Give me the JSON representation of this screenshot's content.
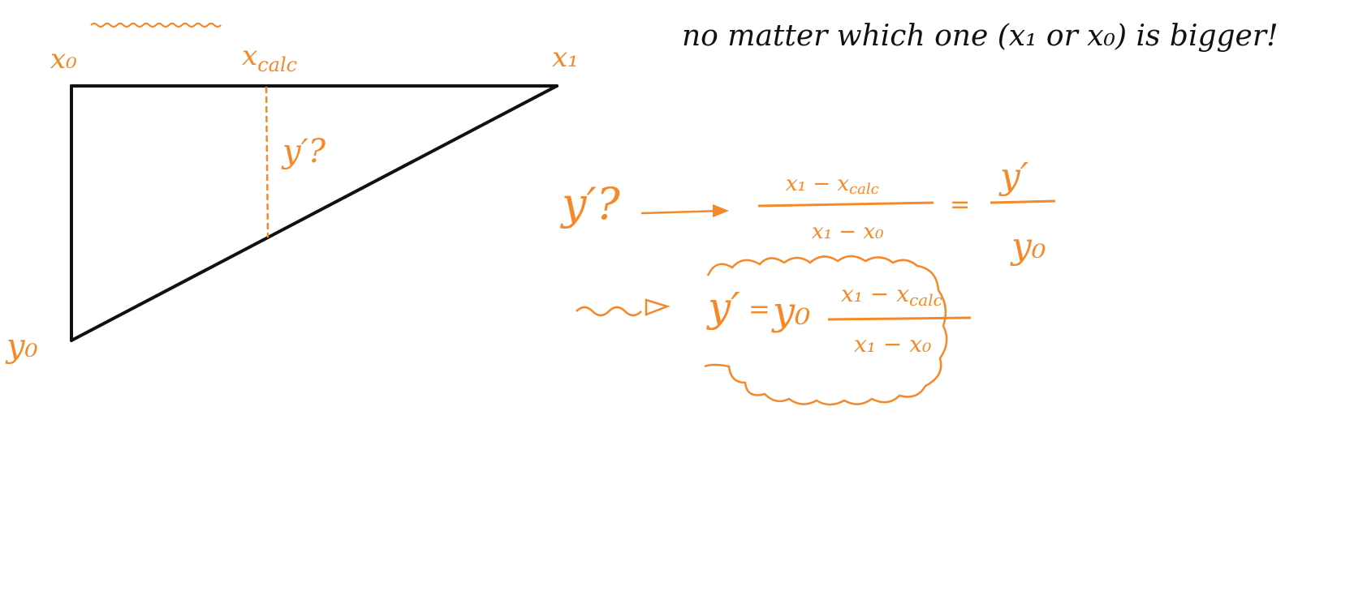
{
  "colors": {
    "ink": "#111111",
    "accent": "#f5892a",
    "background": "#ffffff"
  },
  "note": "no matter which one (x₁ or x₀) is bigger!",
  "triangle_labels": {
    "x0": "x₀",
    "xcalc": "x",
    "xcalc_sub": "calc",
    "x1": "x₁",
    "y0": "y₀",
    "yprime_q": "y′?"
  },
  "equation1": {
    "lhs": "y′?",
    "numerator": "x₁ − x",
    "numerator_sub": "calc",
    "denominator": "x₁ − x₀",
    "equals": "=",
    "rhs_num": "y′",
    "rhs_den": "y₀"
  },
  "equation2": {
    "lhs": "y′",
    "equals": "=",
    "factor": "y₀",
    "numerator": "x₁ − x",
    "numerator_sub": "calc",
    "denominator": "x₁ − x₀"
  }
}
